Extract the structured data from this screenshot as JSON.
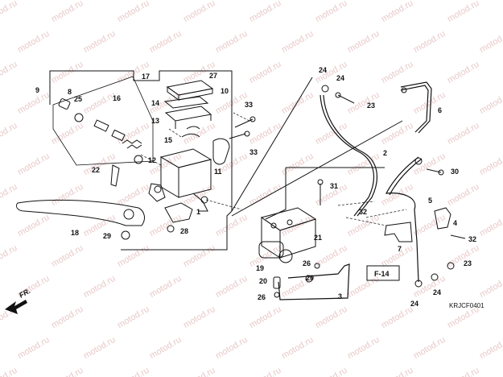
{
  "diagram": {
    "watermark": "motod.ru",
    "code": "KRJCF0401",
    "ref_box": "F-14",
    "front": "FR.",
    "callouts": [
      "1",
      "2",
      "3",
      "4",
      "5",
      "6",
      "7",
      "8",
      "9",
      "10",
      "11",
      "12",
      "13",
      "14",
      "15",
      "16",
      "17",
      "18",
      "19",
      "20",
      "20",
      "21",
      "22",
      "23",
      "23",
      "24",
      "24",
      "24",
      "24",
      "25",
      "26",
      "26",
      "27",
      "28",
      "29",
      "30",
      "31",
      "32",
      "32",
      "33",
      "33"
    ]
  }
}
